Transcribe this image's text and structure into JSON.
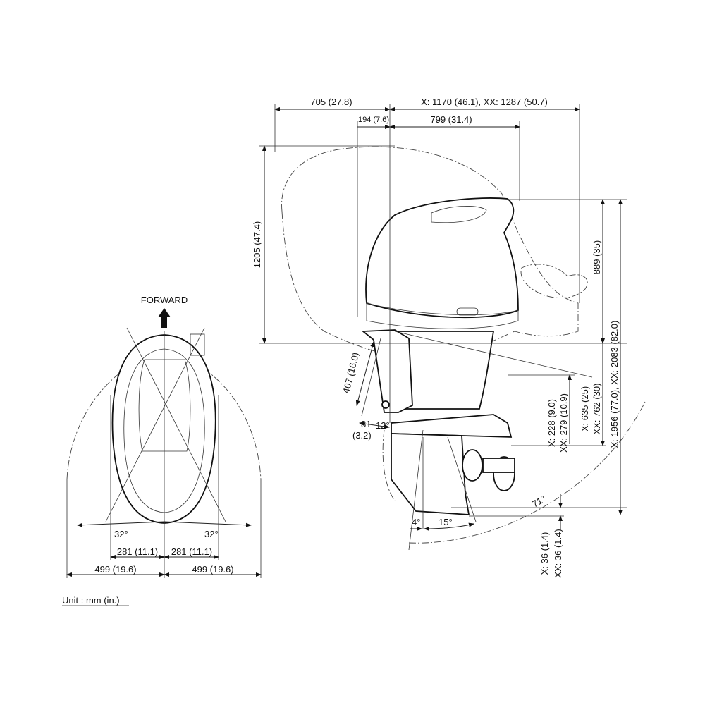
{
  "top_dimensions": {
    "overall_front": "705 (27.8)",
    "overall_rear": "X: 1170 (46.1), XX: 1287 (50.7)",
    "front_small": "194 (7.6)",
    "rear_mid": "799 (31.4)"
  },
  "vertical_dimensions": {
    "tilt_height": "1205 (47.4)",
    "cowl_height": "889 (35)",
    "total_height": "X: 1956 (77.0), XX: 2083 (82.0)",
    "transom_x": "X: 635 (25)",
    "transom_xx": "XX: 762 (30)",
    "cav_x": "X: 228 (9.0)",
    "cav_xx": "XX: 279 (10.9)",
    "skeg_x": "X: 36 (1.4)",
    "skeg_xx": "XX: 36 (1.4)"
  },
  "bracket": {
    "bracket_length": "407 (16.0)",
    "offset": "81",
    "offset_in": "(3.2)",
    "bracket_angle": "12°"
  },
  "trim_angles": {
    "trim_in": "4°",
    "trim_out": "15°",
    "tilt": "71°"
  },
  "top_view": {
    "forward_label": "FORWARD",
    "steer_left": "32°",
    "steer_right": "32°",
    "half_width_left": "281 (11.1)",
    "half_width_right": "281 (11.1)",
    "swing_left": "499 (19.6)",
    "swing_right": "499 (19.6)"
  },
  "unit_note": "Unit : mm (in.)"
}
